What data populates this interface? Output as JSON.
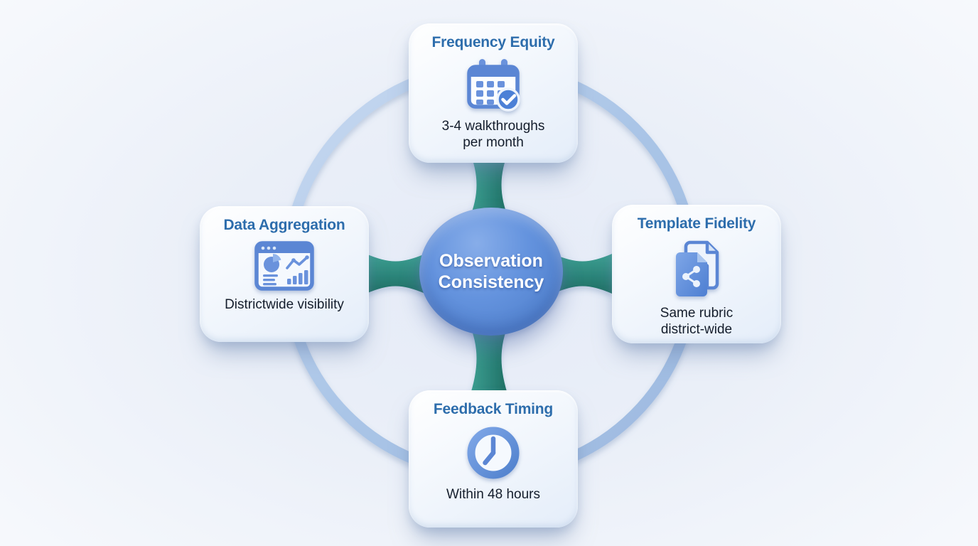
{
  "diagram": {
    "center": {
      "label_lines": [
        "Observation",
        "Consistency"
      ],
      "shape": "circle",
      "color": "#5e8cd7"
    },
    "nodes": [
      {
        "position": "top",
        "title": "Frequency Equity",
        "icon": "calendar-check-icon",
        "desc_lines": [
          "3-4 walkthroughs",
          "per month"
        ]
      },
      {
        "position": "left",
        "title": "Data Aggregation",
        "icon": "dashboard-chart-icon",
        "desc_lines": [
          "Districtwide visibility"
        ]
      },
      {
        "position": "right",
        "title": "Template Fidelity",
        "icon": "document-share-icon",
        "desc_lines": [
          "Same rubric",
          "district-wide"
        ]
      },
      {
        "position": "bottom",
        "title": "Feedback Timing",
        "icon": "clock-icon",
        "desc_lines": [
          "Within 48 hours"
        ]
      }
    ],
    "colors": {
      "background_center": "#e5ebf7",
      "background_edge": "#f8fafd",
      "card_background": "#f2f7fd",
      "card_title_text": "#2d6dac",
      "card_body_text": "#141d2b",
      "center_circle_blue": "#5e8cd7",
      "center_text": "#ffffff",
      "connector_teal": "#2f8a7b",
      "ring_light_blue": "#aec8e8",
      "icon_blue": "#5b86d4"
    }
  }
}
